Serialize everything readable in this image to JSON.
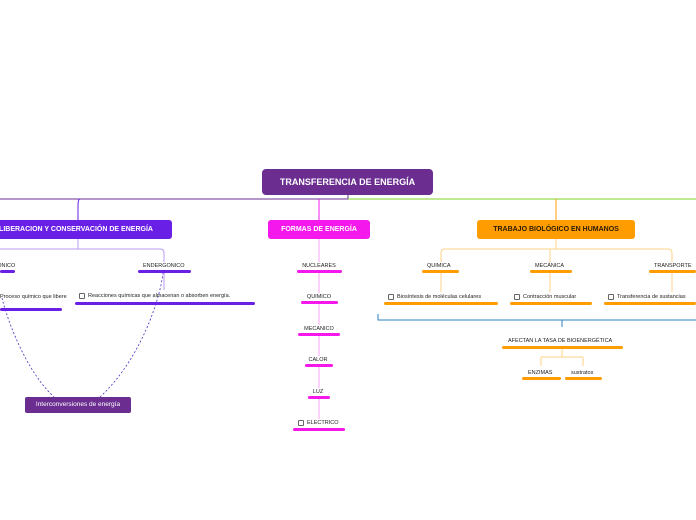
{
  "colors": {
    "root": "#6b2e90",
    "liberacion": "#6a1fe6",
    "formas": "#f418ec",
    "trabajo": "#ff9d00",
    "blue": "#2a83c6",
    "green": "#7ed321"
  },
  "root": {
    "title": "TRANSFERENCIA DE ENERGÍA"
  },
  "liberacion": {
    "title": "LIBERACION Y CONSERVACIÓN DE ENERGÍA",
    "exergonico": "EXERGONICO",
    "exergonico_desc": "Proceso químico que libere",
    "endergonico": "ENDERGONICO",
    "endergonico_desc": "Reacciones químicas que almacenan o absorben energía.",
    "interconversiones": "Interconversiones de energía"
  },
  "formas": {
    "title": "FORMAS DE ENERGÍA",
    "items": [
      "NUCLEARES",
      "QUIMICO",
      "MECANICO",
      "CALOR",
      "LUZ",
      "ELECTRICO"
    ]
  },
  "trabajo": {
    "title": "TRABAJO BIOLÓGICO EN HUMANOS",
    "quimica": "QUIMICA",
    "quimica_desc": "Biosíntesis de moléculas celulares",
    "mecanica": "MECÁNICA",
    "mecanica_desc": "Contracción muscular",
    "transporte": "TRANSPORTE",
    "transporte_desc": "Transferencia de sustancias",
    "afectan": "AFECTAN LA TASA DE BIOENERGÉTICA",
    "enzimas": "ENZIMAS",
    "sustratos": "sustratos"
  }
}
